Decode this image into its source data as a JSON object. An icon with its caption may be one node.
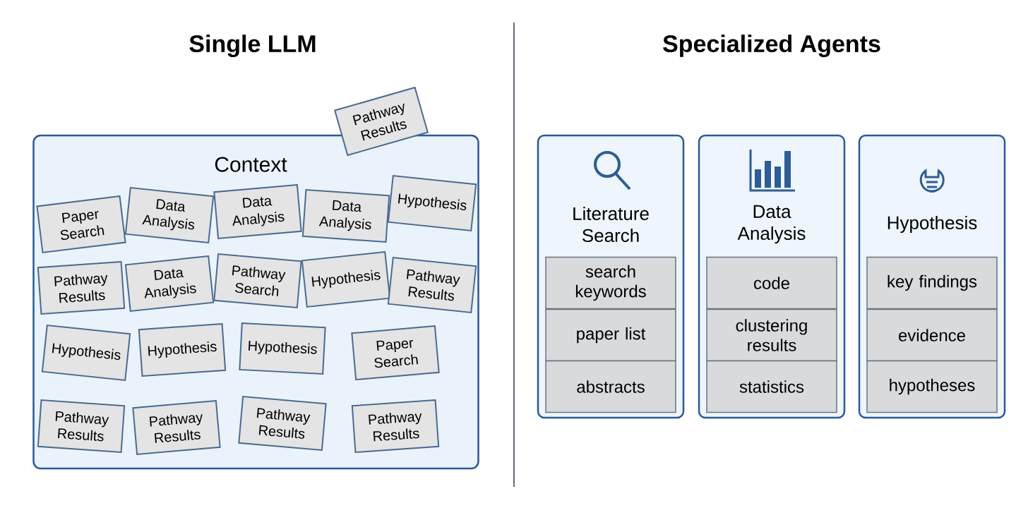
{
  "diagram": {
    "nodes": [
      {
        "text": [
          "Context"
        ]
      },
      {
        "text": [
          "Pathway Results"
        ]
      },
      {
        "text": [
          "Hypothesis"
        ],
        "in": 0
      },
      {
        "text": [
          "Paper Search"
        ],
        "in": 0
      },
      {
        "text": [
          "Data Analysis"
        ],
        "in": 0
      },
      {
        "text": [
          "Data Analysis"
        ],
        "in": 0
      },
      {
        "text": [
          "Data Analysis"
        ],
        "in": 0
      },
      {
        "text": [
          "Pathway Search"
        ],
        "in": 0
      },
      {
        "text": [
          "Pathway Results"
        ],
        "in": 0
      },
      {
        "text": [
          "Data Analysis"
        ],
        "in": 0
      },
      {
        "text": [
          "Hypothesis"
        ],
        "in": 0
      },
      {
        "text": [
          "Hypothesis"
        ],
        "in": 0
      },
      {
        "text": [
          "Pathway Results"
        ],
        "in": 0
      },
      {
        "text": [
          "Hypothesis"
        ],
        "in": 0
      },
      {
        "text": [
          "Hypothesis"
        ],
        "in": 0
      },
      {
        "text": [
          "Paper Search"
        ],
        "in": 0
      },
      {
        "text": [
          "Pathway Results"
        ],
        "in": 0
      },
      {
        "text": [
          "Pathway Results"
        ],
        "in": 0
      },
      {
        "text": [
          "Pathway Results"
        ],
        "in": 0
      },
      {
        "text": [
          "Pathway Results"
        ],
        "in": 0
      },
      {
        "text": [
          "Literature Search"
        ]
      },
      {
        "text": [
          "search keywords"
        ],
        "in": 20
      },
      {
        "text": [
          "paper list"
        ],
        "in": 20
      },
      {
        "text": [
          "abstracts"
        ],
        "in": 20
      },
      {
        "text": [
          "Data Analysis"
        ]
      },
      {
        "text": [
          "code"
        ],
        "in": 24
      },
      {
        "text": [
          "clustering results"
        ],
        "in": 24
      },
      {
        "text": [
          "statistics"
        ],
        "in": 24
      },
      {
        "text": [
          "Hypothesis"
        ]
      },
      {
        "text": [
          "key findings"
        ],
        "in": 28
      },
      {
        "text": [
          "evidence"
        ],
        "in": 28
      },
      {
        "text": [
          "hypotheses"
        ],
        "in": 28
      }
    ],
    "labels": [
      "Single LLM",
      "Specialized Agents"
    ]
  }
}
